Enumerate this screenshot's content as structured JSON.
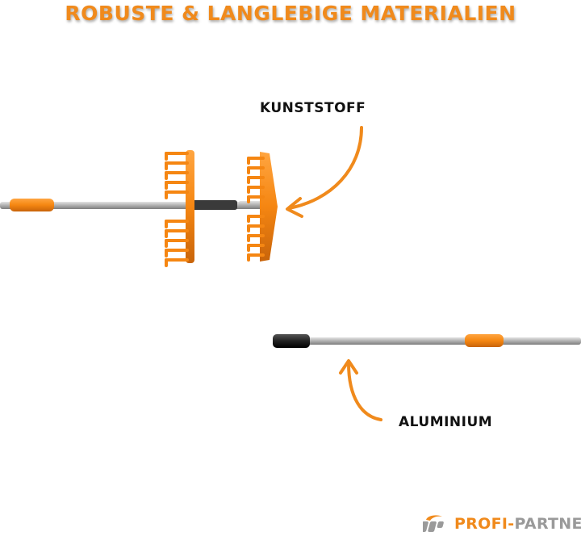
{
  "headline": "ROBUSTE & LANGLEBIGE MATERIALIEN",
  "labels": {
    "plastic": "KUNSTSTOFF",
    "aluminium": "ALUMINIUM"
  },
  "brand": {
    "part1": "PROFI-",
    "part2": "PARTNER",
    "icon": "profi-partner-logo-icon"
  },
  "colors": {
    "accent": "#f08a1c",
    "handle": "#b8b8b8",
    "grip": "#222222",
    "text": "#111111"
  },
  "icons": {
    "rake_head": "rake-head",
    "handle": "telescopic-handle",
    "arrow": "curved-arrow"
  }
}
